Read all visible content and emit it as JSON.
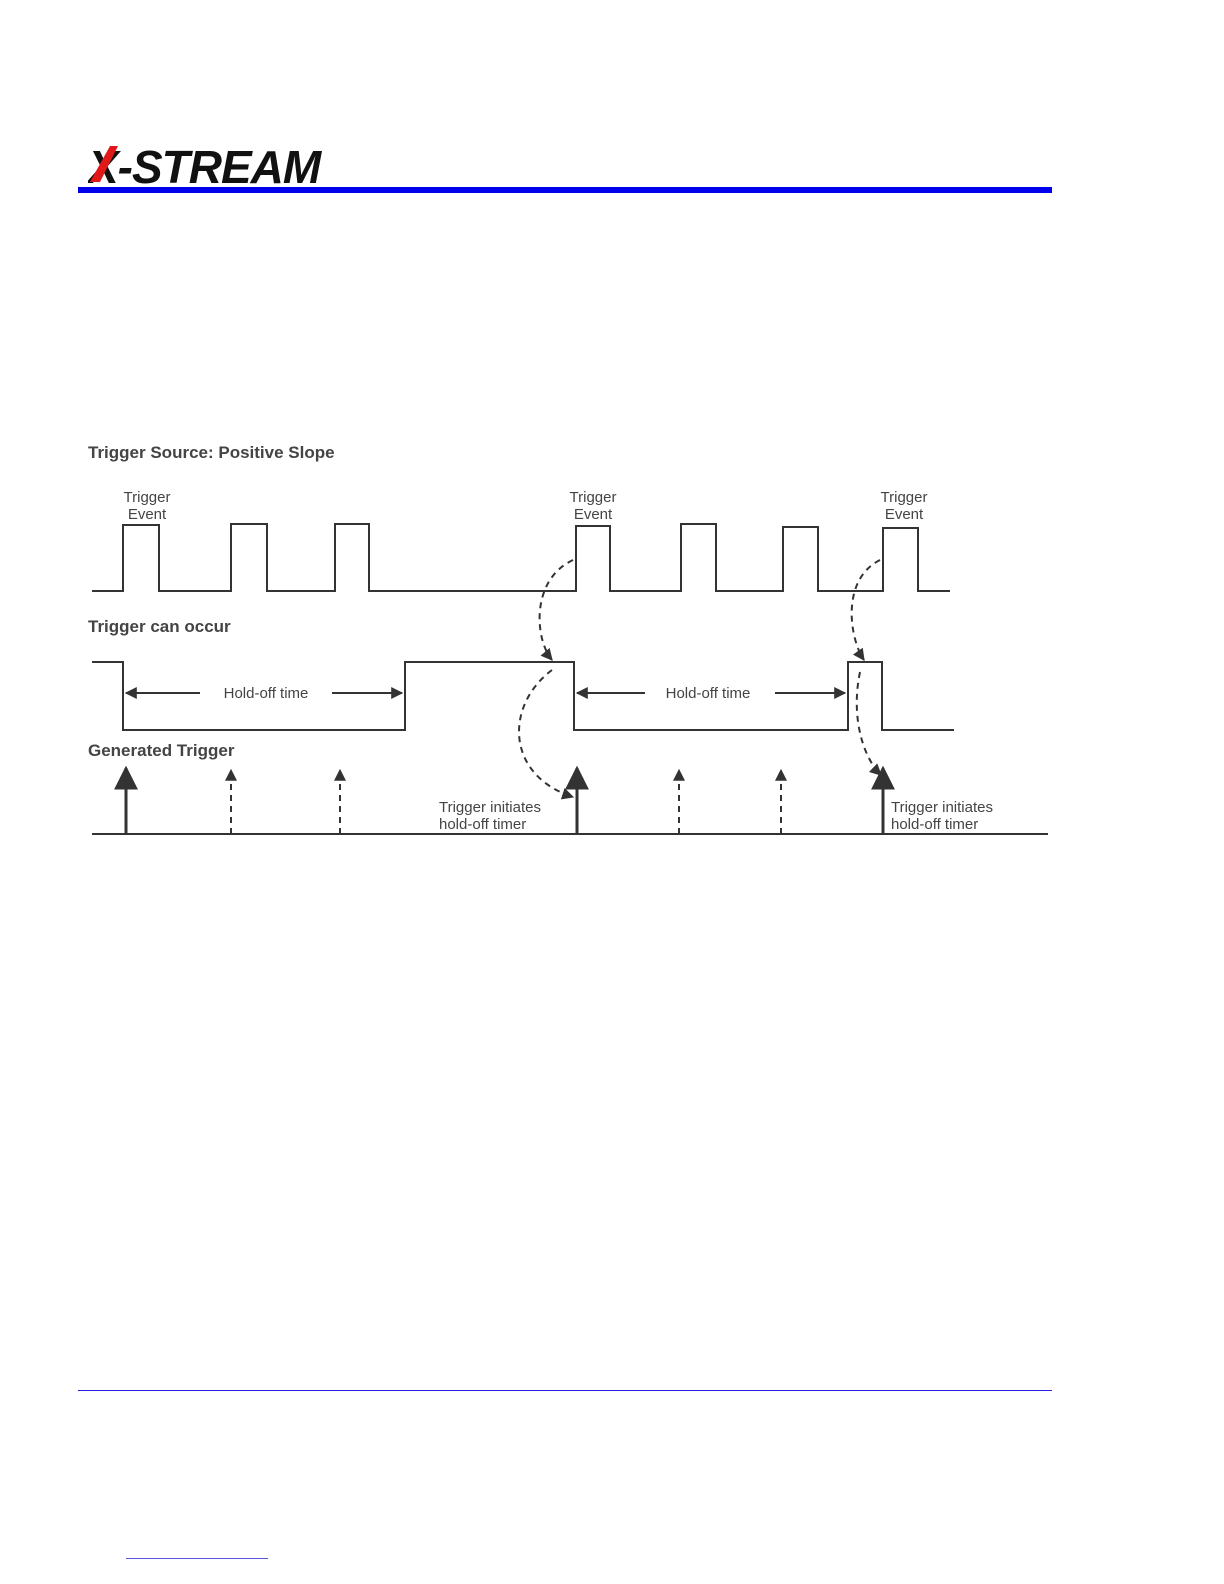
{
  "header": {
    "logo_text": "X-STREAM",
    "colors": {
      "rule": "#0000ee",
      "logo_accent": "#e01818",
      "logo_text": "#111111"
    }
  },
  "diagram": {
    "sections": {
      "source": "Trigger Source: Positive Slope",
      "can_occur": "Trigger can occur",
      "generated": "Generated Trigger"
    },
    "trigger_event": {
      "line1": "Trigger",
      "line2": "Event"
    },
    "holdoff_label": "Hold-off time",
    "initiates": {
      "line1": "Trigger initiates",
      "line2": "hold-off timer"
    }
  }
}
